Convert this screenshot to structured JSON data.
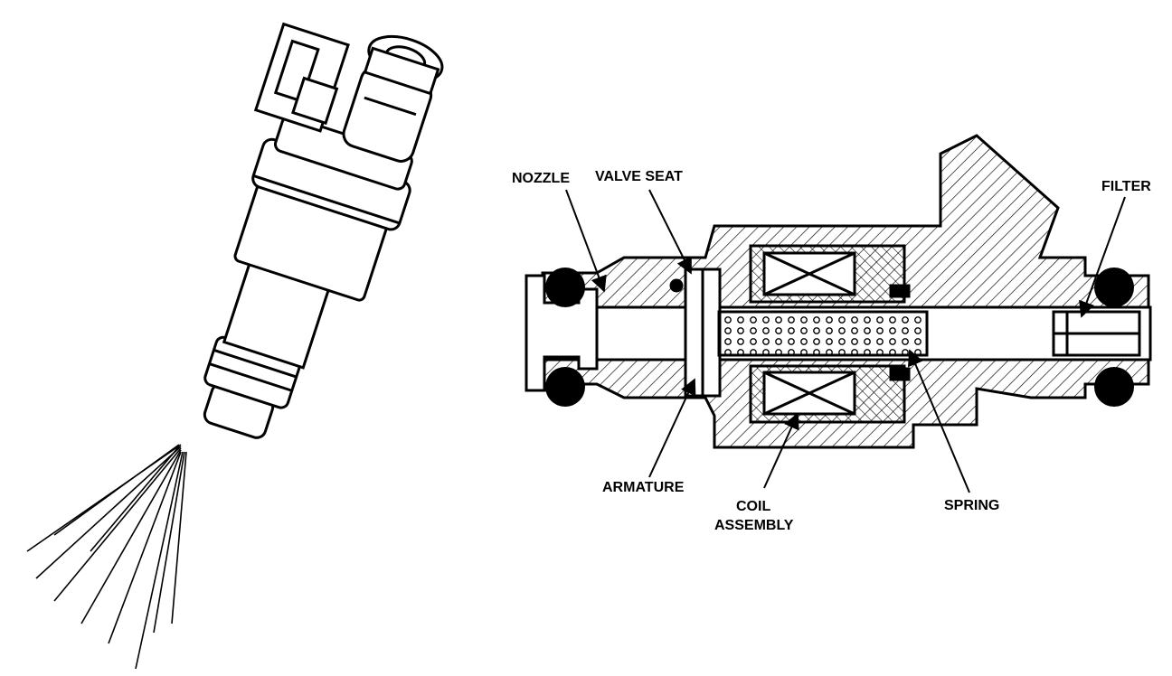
{
  "labels": {
    "nozzle": "NOZZLE",
    "valve_seat": "VALVE SEAT",
    "filter": "FILTER",
    "armature": "ARMATURE",
    "coil_line1": "COIL",
    "coil_line2": "ASSEMBLY",
    "spring": "SPRING"
  },
  "colors": {
    "ink": "#000000",
    "paper": "#ffffff"
  }
}
